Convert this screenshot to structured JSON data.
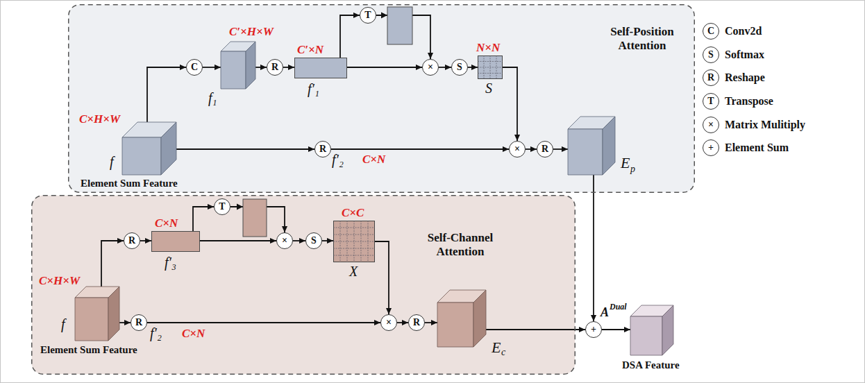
{
  "diagram": {
    "nodes": [
      {
        "text": [
          "Self-Position Attention"
        ]
      },
      {
        "text": [
          "C×H×W",
          "f",
          "Element Sum Feature"
        ],
        "in": 0
      },
      {
        "text": [
          "C"
        ],
        "in": 0
      },
      {
        "text": [
          "C′×H×W",
          "f₁"
        ],
        "in": 0
      },
      {
        "text": [
          "R"
        ],
        "in": 0
      },
      {
        "text": [
          "C′×N",
          "f′₁"
        ],
        "in": 0
      },
      {
        "text": [
          "T"
        ],
        "in": 0
      },
      {
        "text": [
          "×"
        ],
        "in": 0
      },
      {
        "text": [
          "S"
        ],
        "in": 0
      },
      {
        "text": [
          "N×N",
          "S"
        ],
        "in": 0
      },
      {
        "text": [
          "R"
        ],
        "in": 0
      },
      {
        "text": [
          "×"
        ],
        "in": 0
      },
      {
        "text": [
          "R"
        ],
        "in": 0
      },
      {
        "text": [
          "E",
          "p"
        ],
        "in": 0
      },
      {
        "text": [
          "Self-Channel Attention"
        ]
      },
      {
        "text": [
          "C×H×W",
          "f",
          "Element Sum Feature"
        ],
        "in": 14
      },
      {
        "text": [
          "R"
        ],
        "in": 14
      },
      {
        "text": [
          "C×N",
          "f′₃"
        ],
        "in": 14
      },
      {
        "text": [
          "T"
        ],
        "in": 14
      },
      {
        "text": [
          "×"
        ],
        "in": 14
      },
      {
        "text": [
          "S"
        ],
        "in": 14
      },
      {
        "text": [
          "C×C",
          "X"
        ],
        "in": 14
      },
      {
        "text": [
          "R"
        ],
        "in": 14
      },
      {
        "text": [
          "×"
        ],
        "in": 14
      },
      {
        "text": [
          "R"
        ],
        "in": 14
      },
      {
        "text": [
          "E",
          "c"
        ],
        "in": 14
      },
      {
        "text": [
          "+"
        ]
      },
      {
        "text": [
          "A",
          "Dual",
          "DSA Feature"
        ]
      }
    ],
    "edges": [
      {
        "from": 1,
        "to": 2,
        "arrow": "to"
      },
      {
        "from": 2,
        "to": 3,
        "arrow": "to"
      },
      {
        "from": 3,
        "to": 4,
        "arrow": "to"
      },
      {
        "from": 4,
        "to": 5,
        "arrow": "to"
      },
      {
        "from": 5,
        "to": 6,
        "arrow": "to"
      },
      {
        "from": 6,
        "to": 7,
        "arrow": "to"
      },
      {
        "from": 5,
        "to": 7,
        "arrow": "to"
      },
      {
        "from": 7,
        "to": 8,
        "arrow": "to"
      },
      {
        "from": 8,
        "to": 9,
        "arrow": "to"
      },
      {
        "from": 9,
        "to": 11,
        "arrow": "to"
      },
      {
        "from": 1,
        "to": 10,
        "arrow": "to"
      },
      {
        "from": 10,
        "to": 11,
        "arrow": "to"
      },
      {
        "from": 11,
        "to": 12,
        "arrow": "to"
      },
      {
        "from": 12,
        "to": 13,
        "arrow": "to"
      },
      {
        "from": 13,
        "to": 26,
        "arrow": "to"
      },
      {
        "from": 15,
        "to": 16,
        "arrow": "to"
      },
      {
        "from": 16,
        "to": 17,
        "arrow": "to"
      },
      {
        "from": 17,
        "to": 18,
        "arrow": "to"
      },
      {
        "from": 18,
        "to": 19,
        "arrow": "to"
      },
      {
        "from": 17,
        "to": 19,
        "arrow": "to"
      },
      {
        "from": 19,
        "to": 20,
        "arrow": "to"
      },
      {
        "from": 20,
        "to": 21,
        "arrow": "to"
      },
      {
        "from": 21,
        "to": 23,
        "arrow": "to"
      },
      {
        "from": 15,
        "to": 22,
        "arrow": "to"
      },
      {
        "from": 22,
        "to": 23,
        "arrow": "to"
      },
      {
        "from": 23,
        "to": 24,
        "arrow": "to"
      },
      {
        "from": 24,
        "to": 25,
        "arrow": "to"
      },
      {
        "from": 25,
        "to": 26,
        "arrow": "to"
      },
      {
        "from": 26,
        "to": 27,
        "arrow": "to"
      }
    ],
    "labels": [
      "f′₂",
      "C×N",
      "f′₂",
      "C×N",
      "C",
      "S",
      "R",
      "T",
      "×",
      "+"
    ],
    "legend": [
      {
        "text": "Conv2d"
      },
      {
        "text": "Softmax"
      },
      {
        "text": "Reshape"
      },
      {
        "text": "Transpose"
      },
      {
        "text": "Matrix Mulitiply"
      },
      {
        "text": "Element Sum"
      }
    ]
  }
}
